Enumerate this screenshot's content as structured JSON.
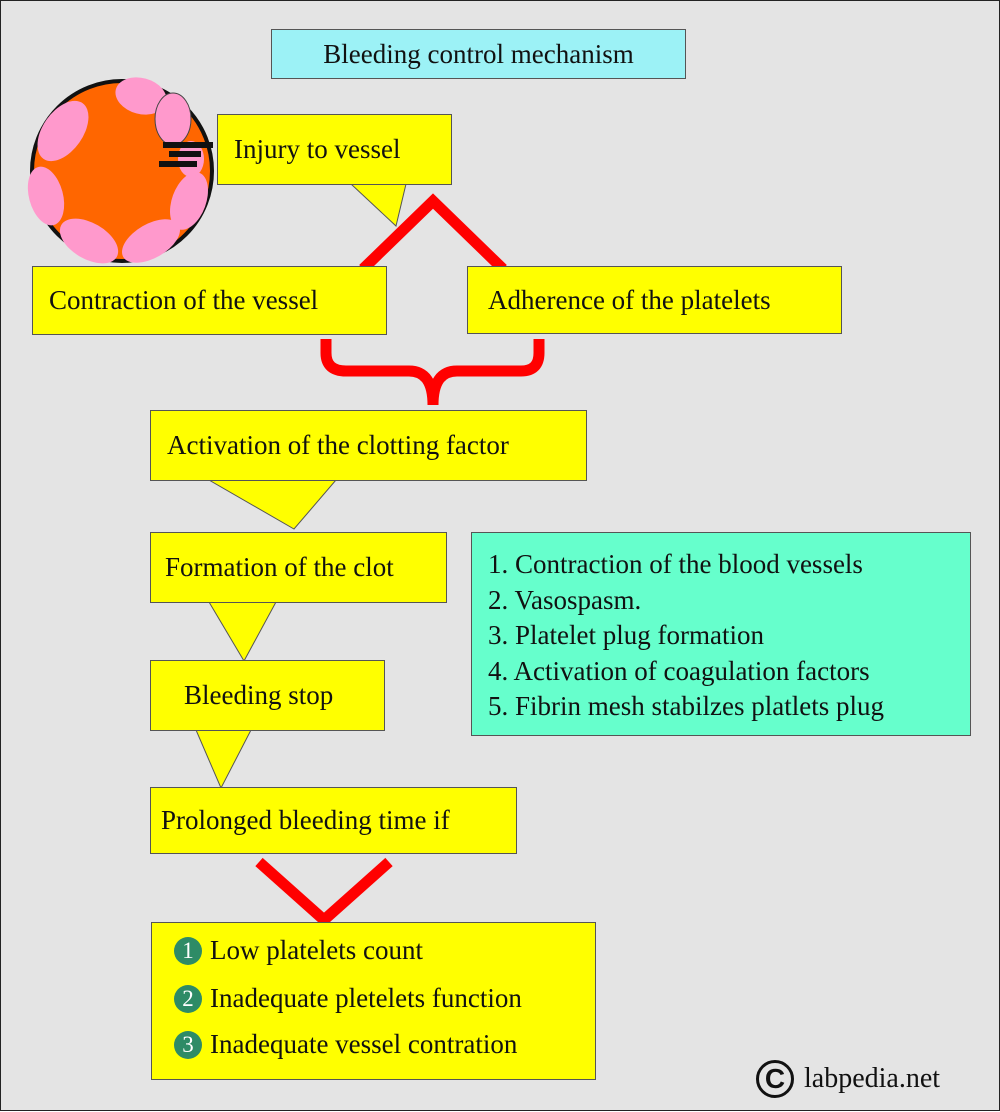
{
  "title": "Bleeding control mechanism",
  "nodes": {
    "injury": "Injury to vessel",
    "contraction": "Contraction of the vessel",
    "adherence": "Adherence of the platelets",
    "activation": "Activation of the clotting factor",
    "clot": "Formation of the clot",
    "stop": "Bleeding stop",
    "prolonged": "Prolonged bleeding time if"
  },
  "steps": [
    "1. Contraction of the blood vessels",
    "2. Vasospasm.",
    "3. Platelet plug formation",
    "4. Activation of coagulation factors",
    "5. Fibrin mesh stabilzes platlets plug"
  ],
  "causes": [
    {
      "num": "1",
      "text": "Low platelets count"
    },
    {
      "num": "2",
      "text": "Inadequate pletelets function"
    },
    {
      "num": "3",
      "text": "Inadequate vessel contration"
    }
  ],
  "credit": {
    "symbol": "C",
    "text": "labpedia.net"
  },
  "colors": {
    "background": "#e4e4e4",
    "box": "#ffff00",
    "title_box": "#9cf2f6",
    "steps_box": "#66ffcc",
    "connector": "#ff0000",
    "vessel_lumen": "#ff6600",
    "platelet": "#ff99cc",
    "badge": "#2e8b66"
  }
}
